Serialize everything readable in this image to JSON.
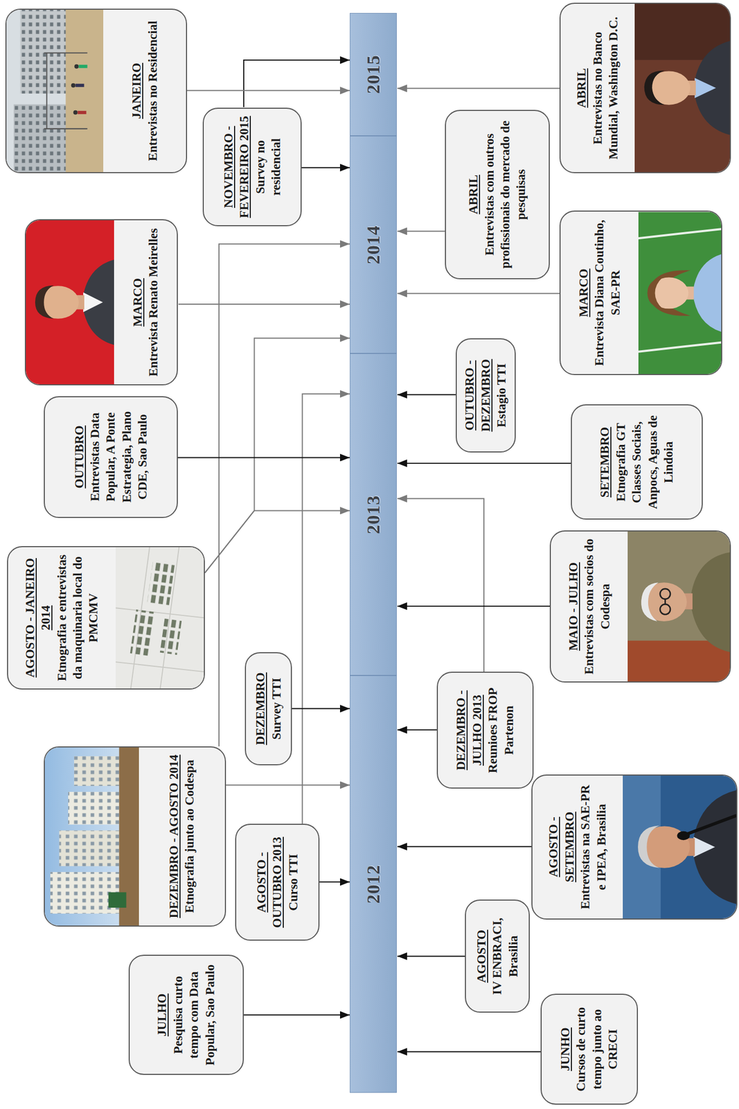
{
  "diagram": {
    "nodes": [
      {
        "text": [
          "2012"
        ]
      },
      {
        "text": [
          "2013"
        ]
      },
      {
        "text": [
          "2014"
        ]
      },
      {
        "text": [
          "2015"
        ]
      },
      {
        "text": [
          "JUNHO",
          "Cursos de curto tempo junto ao CRECI"
        ]
      },
      {
        "text": [
          "JULHO",
          "Pesquisa curto tempo com Data Popular, Sao Paulo"
        ]
      },
      {
        "text": [
          "AGOSTO",
          "IV ENBRACI, Brasilia"
        ]
      },
      {
        "text": [
          "AGOSTO - OUTUBRO 2013",
          "Curso TTI"
        ]
      },
      {
        "text": [
          "AGOSTO - SETEMBRO",
          "Entrevistas na SAE-PR e IPEA, Brasilia"
        ]
      },
      {
        "text": [
          "DEZEMBRO - AGOSTO 2014",
          "Etnografia junto ao Codespa"
        ]
      },
      {
        "text": [
          "DEZEMBRO",
          "Survey TTI"
        ]
      },
      {
        "text": [
          "DEZEMBRO - JULHO 2013",
          "Reunioes FROP Partenon"
        ]
      },
      {
        "text": [
          "MAIO - JULHO",
          "Entrevistas com socios do Codespa"
        ]
      },
      {
        "text": [
          "AGOSTO - JANEIRO 2014",
          "Etnografia e entrevistas da maquinaria local do PMCMV"
        ]
      },
      {
        "text": [
          "OUTUBRO - DEZEMBRO",
          "Estagio TTI"
        ]
      },
      {
        "text": [
          "OUTUBRO",
          "Entrevistas Data Popular, A Ponte Estrategia, Plano CDE, Sao Paulo"
        ]
      },
      {
        "text": [
          "SETEMBRO",
          "Etnografia GT Classes Sociais, Anpocs, Aguas de Lindoia"
        ]
      },
      {
        "text": [
          "MARCO",
          "Entrevista Renato Meirelles"
        ]
      },
      {
        "text": [
          "MARCO",
          "Entrevista Diana Coutinho, SAE-PR"
        ]
      },
      {
        "text": [
          "NOVEMBRO - FEVEREIRO 2015",
          "Survey no residencial"
        ]
      },
      {
        "text": [
          "ABRIL",
          "Entrevistas com outros profissionais do mercado de pesquisas"
        ]
      },
      {
        "text": [
          "JANEIRO",
          "Entrevistas no Residencial"
        ]
      },
      {
        "text": [
          "ABRIL",
          "Entrevistas no Banco Mundial, Washington D.C."
        ]
      }
    ],
    "edges": [
      {
        "from": 4,
        "to": 0,
        "arrow": "to"
      },
      {
        "from": 5,
        "to": 0,
        "arrow": "to"
      },
      {
        "from": 6,
        "to": 0,
        "arrow": "to"
      },
      {
        "from": 7,
        "to": 0,
        "arrow": "to"
      },
      {
        "from": 7,
        "to": 1,
        "arrow": "to"
      },
      {
        "from": 8,
        "to": 0,
        "arrow": "to"
      },
      {
        "from": 9,
        "to": 0,
        "arrow": "to"
      },
      {
        "from": 9,
        "to": 2,
        "arrow": "to"
      },
      {
        "from": 10,
        "to": 0,
        "arrow": "to"
      },
      {
        "from": 11,
        "to": 0,
        "arrow": "to"
      },
      {
        "from": 11,
        "to": 1,
        "arrow": "to"
      },
      {
        "from": 12,
        "to": 1,
        "arrow": "to"
      },
      {
        "from": 13,
        "to": 1,
        "arrow": "to"
      },
      {
        "from": 13,
        "to": 2,
        "arrow": "to"
      },
      {
        "from": 14,
        "to": 1,
        "arrow": "to"
      },
      {
        "from": 15,
        "to": 1,
        "arrow": "to"
      },
      {
        "from": 16,
        "to": 1,
        "arrow": "to"
      },
      {
        "from": 17,
        "to": 2,
        "arrow": "to"
      },
      {
        "from": 18,
        "to": 2,
        "arrow": "to"
      },
      {
        "from": 19,
        "to": 2,
        "arrow": "to"
      },
      {
        "from": 19,
        "to": 3,
        "arrow": "to"
      },
      {
        "from": 20,
        "to": 2,
        "arrow": "to"
      },
      {
        "from": 21,
        "to": 3,
        "arrow": "to"
      },
      {
        "from": 22,
        "to": 3,
        "arrow": "to"
      }
    ]
  }
}
